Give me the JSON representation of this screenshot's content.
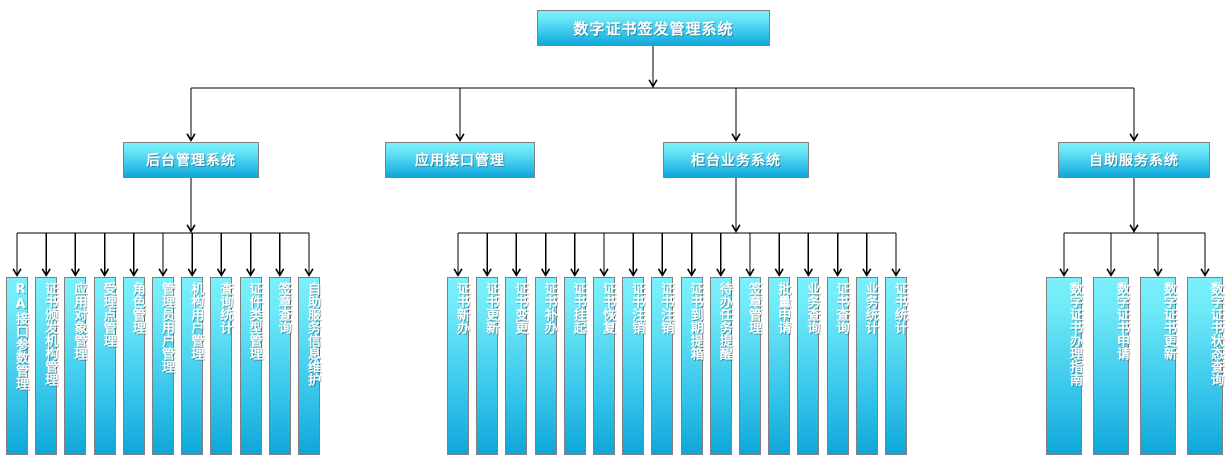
{
  "diagram": {
    "title": "数字证书签发管理系统",
    "type": "org-tree",
    "colors": {
      "node_top": "#7cf0fb",
      "node_bottom": "#0fa6d8",
      "node_border": "#808080",
      "text": "#ffffff",
      "connector": "#000000",
      "background": "#ffffff"
    },
    "root": {
      "label": "数字证书签发管理系统"
    },
    "branches": [
      {
        "id": "backend",
        "label": "后台管理系统",
        "children": [
          {
            "label": "RA接口参数管理"
          },
          {
            "label": "证书颁发机构管理"
          },
          {
            "label": "应用对象管理"
          },
          {
            "label": "受理点管理"
          },
          {
            "label": "角色管理"
          },
          {
            "label": "管理员用户管理"
          },
          {
            "label": "机构用户管理"
          },
          {
            "label": "查询统计"
          },
          {
            "label": "证件类型管理"
          },
          {
            "label": "签章查询"
          },
          {
            "label": "自助服务信息维护"
          }
        ]
      },
      {
        "id": "api",
        "label": "应用接口管理",
        "children": []
      },
      {
        "id": "counter",
        "label": "柜台业务系统",
        "children": [
          {
            "label": "证书新办"
          },
          {
            "label": "证书更新"
          },
          {
            "label": "证书变更"
          },
          {
            "label": "证书补办"
          },
          {
            "label": "证书挂起"
          },
          {
            "label": "证书恢复"
          },
          {
            "label": "证书注销"
          },
          {
            "label": "证书注销"
          },
          {
            "label": "证书到期提箱"
          },
          {
            "label": "待办任务提醒"
          },
          {
            "label": "签章管理"
          },
          {
            "label": "批量申请"
          },
          {
            "label": "业务查询"
          },
          {
            "label": "证书查询"
          },
          {
            "label": "业务统计"
          },
          {
            "label": "证书统计"
          }
        ]
      },
      {
        "id": "selfservice",
        "label": "自助服务系统",
        "children": [
          {
            "label": "数字证书办理指南"
          },
          {
            "label": "数字证书申请"
          },
          {
            "label": "数字证书更新"
          },
          {
            "label": "数字证书状态查询"
          }
        ]
      }
    ]
  }
}
